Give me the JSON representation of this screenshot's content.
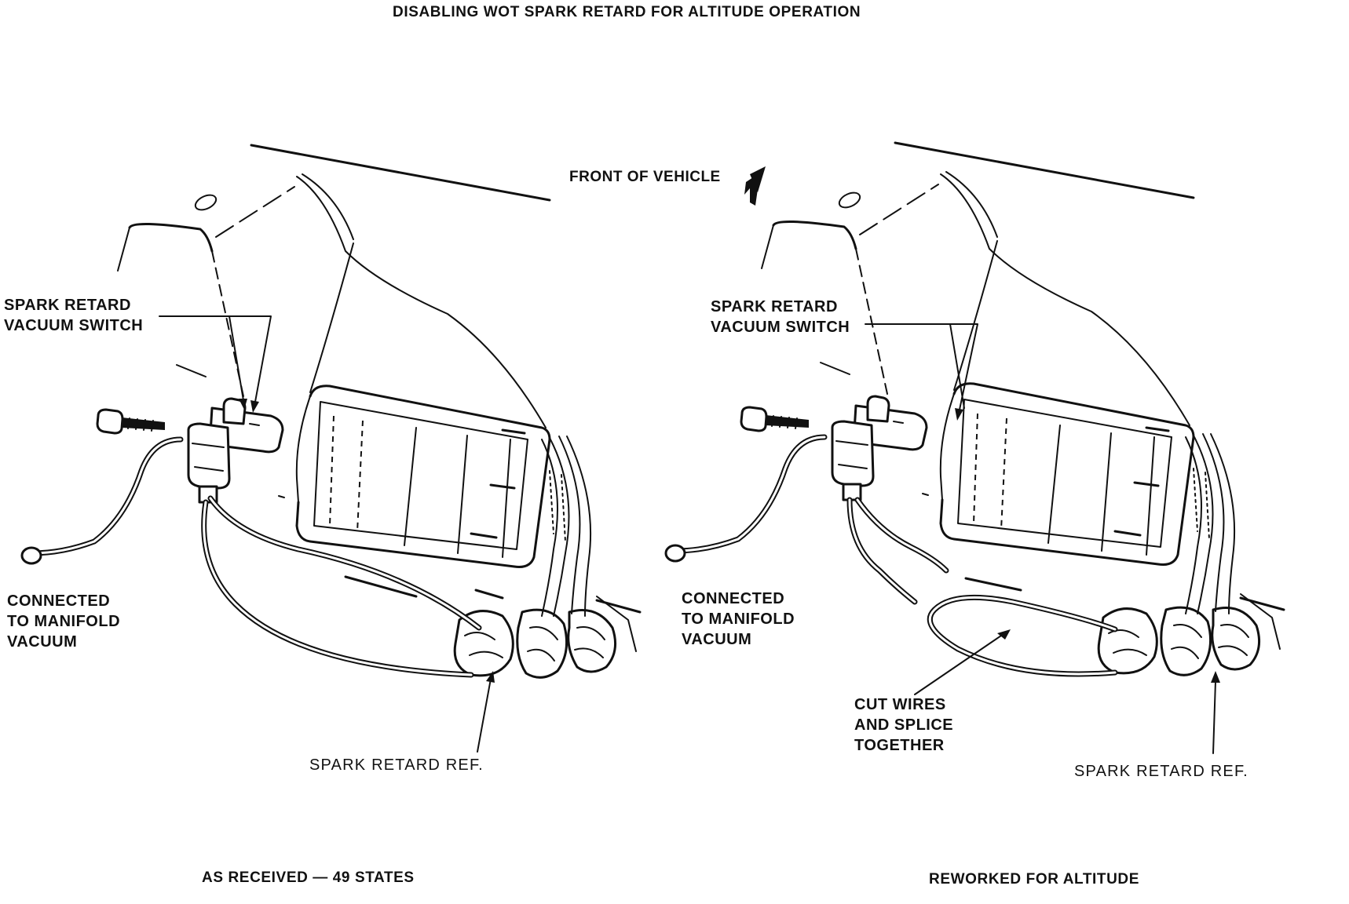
{
  "title": "DISABLING WOT SPARK RETARD FOR ALTITUDE OPERATION",
  "front_label": "FRONT OF VEHICLE",
  "panels": {
    "left": {
      "switch_label": "SPARK RETARD\nVACUUM SWITCH",
      "vacuum_label": "CONNECTED\nTO MANIFOLD\nVACUUM",
      "ref_label": "SPARK RETARD REF.",
      "caption": "AS RECEIVED — 49 STATES"
    },
    "right": {
      "switch_label": "SPARK RETARD\nVACUUM SWITCH",
      "vacuum_label": "CONNECTED\nTO MANIFOLD\nVACUUM",
      "splice_label": "CUT WIRES\nAND SPLICE\nTOGETHER",
      "ref_label": "SPARK RETARD REF.",
      "caption": "REWORKED FOR ALTITUDE"
    }
  },
  "icons": {
    "front_arrow": "arrow-icon",
    "bolt": "bolt-icon"
  }
}
